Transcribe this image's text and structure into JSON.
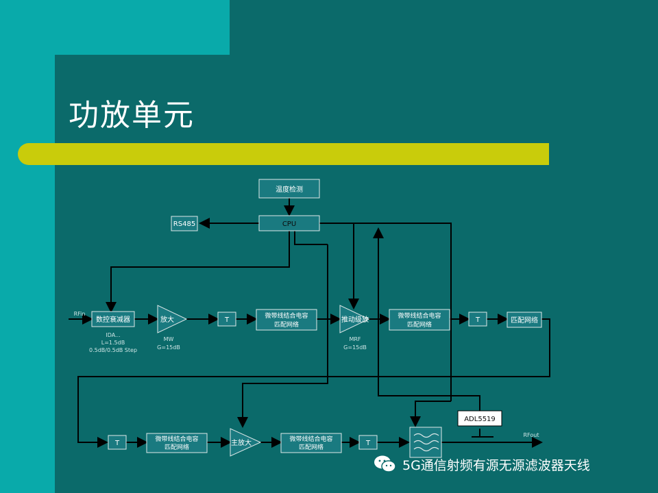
{
  "title": "功放单元",
  "watermark": "5G通信射频有源无源滤波器天线",
  "blocks": {
    "temp": "温度检测",
    "cpu": "CPU",
    "rs485": "RS485",
    "attenuator": "数控衰减器",
    "amp1": "放大",
    "t1": "T",
    "match1_line1": "微带线结合电容",
    "match1_line2": "匹配网络",
    "driver": "推动级放",
    "match2_line1": "微带线结合电容",
    "match2_line2": "匹配网络",
    "t2": "T",
    "match3": "匹配网络",
    "t3": "T",
    "match4_line1": "微带线结合电容",
    "match4_line2": "匹配网络",
    "main_amp": "主放大",
    "match5_line1": "微带线结合电容",
    "match5_line2": "匹配网络",
    "t4": "T",
    "adl": "ADL5519"
  },
  "annotations": {
    "rf_in": "RFin",
    "att_line1": "IDA...",
    "att_line2": "L=1.5dB",
    "att_line3": "0.5dB/0.5dB Step",
    "amp1_line1": "MW",
    "amp1_line2": "G=15dB",
    "driver_line1": "MRF",
    "driver_line2": "G=15dB",
    "rf_out": "RFout"
  },
  "colors": {
    "background": "#0b6a6a",
    "teal": "#09aaaa",
    "yellow": "#c9cc0b",
    "box_fill": "#1a7a80",
    "box_stroke": "#dfe8e8",
    "line": "#000000"
  }
}
